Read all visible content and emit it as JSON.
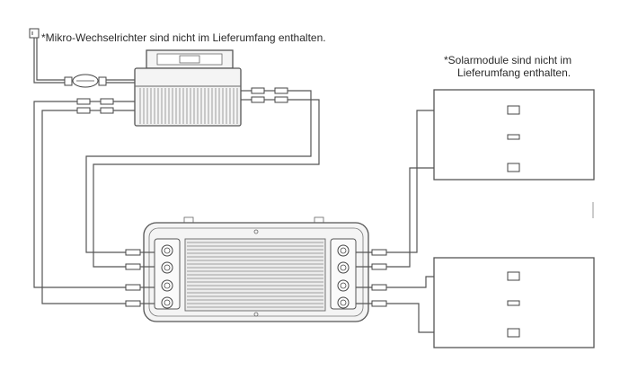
{
  "notes": {
    "micro_inverter": "*Mikro-Wechselrichter sind nicht im Lieferumfang enthalten.",
    "solar_line1": "*Solarmodule sind nicht im",
    "solar_line2": "Lieferumfang enthalten."
  },
  "colors": {
    "line": "#555555",
    "fill": "#f4f4f4",
    "background": "#ffffff"
  },
  "icons": {
    "grid_outlet": "outlet-icon",
    "micro_inverter": "micro-inverter-icon",
    "storage_unit": "battery-storage-icon",
    "solar_panel": "solar-panel-icon"
  }
}
